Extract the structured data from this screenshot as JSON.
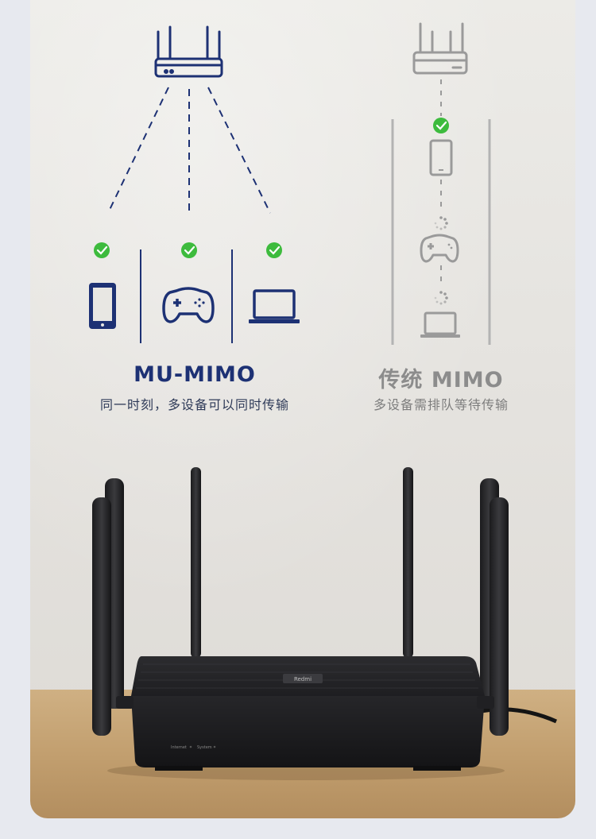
{
  "mu_mimo": {
    "title": "MU-MIMO",
    "subtitle": "同一时刻，多设备可以同时传输"
  },
  "traditional_mimo": {
    "title": "传统 MIMO",
    "subtitle": "多设备需排队等待传输"
  },
  "router": {
    "brand": "Redmi",
    "led_labels": [
      "Internet",
      "System"
    ]
  },
  "colors": {
    "mu_accent": "#1d3174",
    "traditional_accent": "#9a9a9a",
    "check_green": "#3dbb3d"
  }
}
